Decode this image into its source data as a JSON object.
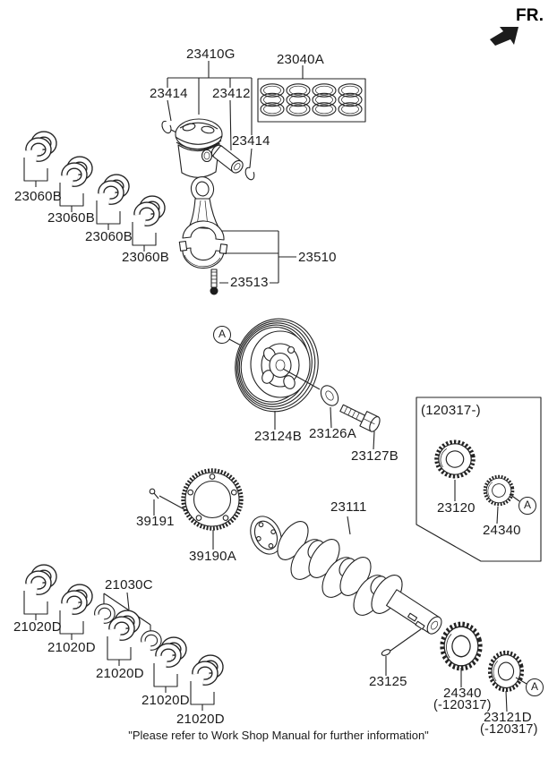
{
  "direction_label": "FR.",
  "footer_note": "\"Please refer to Work Shop Manual for further information\"",
  "markers": {
    "detail": "A"
  },
  "captions": {
    "variant_new": "(120317-)",
    "variant_old": "(-120317)"
  },
  "parts": {
    "piston_assembly": "23410G",
    "snap_ring": "23414",
    "piston_pin": "23412",
    "piston_ring_set": "23040A",
    "conrod_bearing": "23060B",
    "connecting_rod": "23510",
    "conrod_bolt": "23513",
    "damper_pulley": "23124B",
    "pulley_washer": "23126A",
    "pulley_bolt": "23127B",
    "crankshaft_gear_new": "23120",
    "timing_sprocket": "24340",
    "tone_wheel_bolt": "39191",
    "tone_wheel": "39190A",
    "crankshaft": "23111",
    "thrust_washer_set": "21030C",
    "main_bearing": "21020D",
    "woodruff_key": "23125",
    "crankshaft_gear_old": "23121D"
  }
}
